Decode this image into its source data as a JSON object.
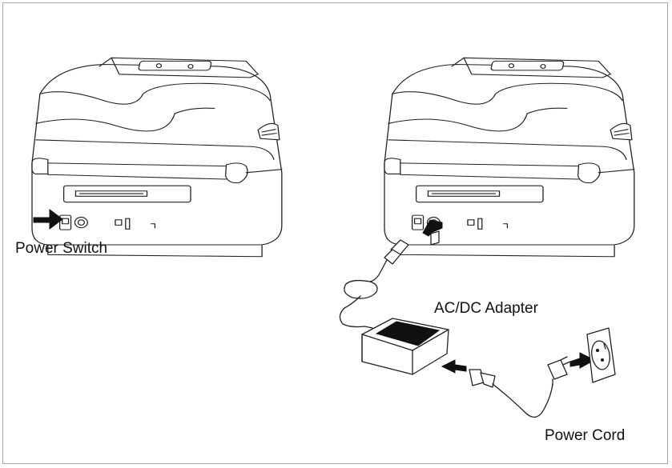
{
  "labels": {
    "power_switch": "Power Switch",
    "adapter": "AC/DC Adapter",
    "power_cord": "Power Cord"
  },
  "colors": {
    "frame_border": "#d4a24a",
    "line": "#222222",
    "arrow": "#111111",
    "adapter_top": "#111111"
  }
}
